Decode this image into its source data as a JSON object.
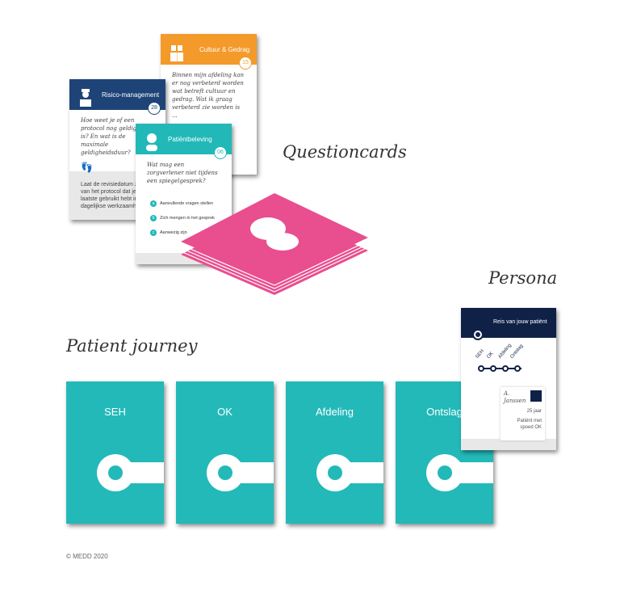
{
  "titles": {
    "questioncards": "Questioncards",
    "persona": "Persona",
    "journey": "Patient journey"
  },
  "cards": {
    "cultuur": {
      "title": "Cultuur & Gedrag",
      "number": "15",
      "question": "Binnen mijn afdeling kan er nog verbeterd worden wat betreft cultuur en gedrag. Wat ik graag verbeterd zie worden is ...",
      "color": "#f39a2b"
    },
    "risico": {
      "title": "Risico-management",
      "number": "28",
      "question": "Hoe weet je of een protocol nog geldig is? En wat is de maximale geldigheidsduur?",
      "tip": "Laat de revisiedatum zien van het protocol dat je het laatste gebruikt hebt in je dagelijkse werkzaamheden",
      "color": "#1e4477"
    },
    "patient": {
      "title": "Patiëntbeleving",
      "number": "06",
      "question": "Wat mag een zorgverlener niet tijdens een spiegelgesprek?",
      "options": [
        {
          "key": "a",
          "text": "Aanvullende vragen stellen"
        },
        {
          "key": "b",
          "text": "Zich mengen in het gesprek"
        },
        {
          "key": "c",
          "text": "Aanwezig zijn"
        }
      ],
      "color": "#22b8b8"
    }
  },
  "deck_color": "#e94e8f",
  "persona": {
    "header": "Reis van jouw patiënt",
    "steps": [
      "SEH",
      "OK",
      "Afdeling",
      "Ontslag"
    ],
    "name": "A. Janssen",
    "age": "25 jaar",
    "desc": "Patiënt met spoed OK"
  },
  "journey": [
    "SEH",
    "OK",
    "Afdeling",
    "Ontslag"
  ],
  "copyright": "© MEDD 2020"
}
